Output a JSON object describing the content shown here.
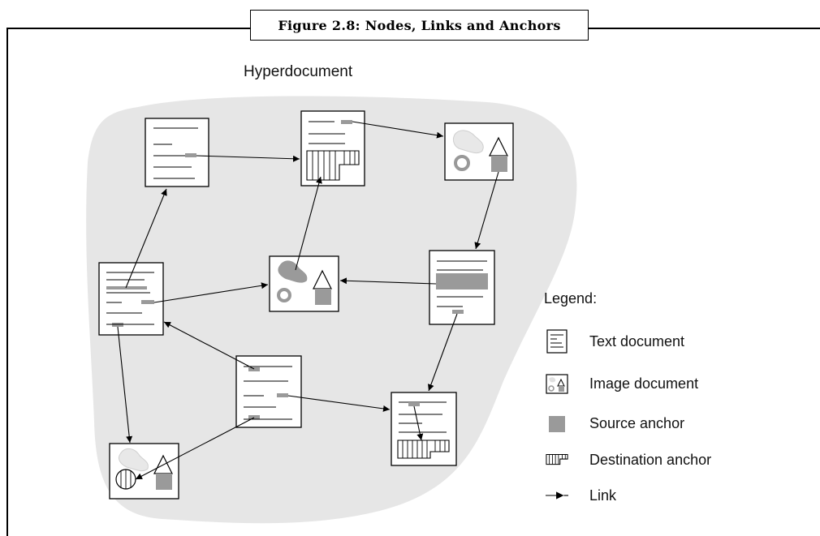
{
  "figure_title": "Figure 2.8: Nodes, Links and Anchors",
  "hyperdocument_label": "Hyperdocument",
  "legend": {
    "title": "Legend:",
    "items": [
      {
        "icon": "text-document-icon",
        "label": "Text document"
      },
      {
        "icon": "image-document-icon",
        "label": "Image document"
      },
      {
        "icon": "source-anchor-icon",
        "label": "Source anchor"
      },
      {
        "icon": "destination-anchor-icon",
        "label": "Destination anchor"
      },
      {
        "icon": "link-arrow-icon",
        "label": "Link"
      }
    ]
  },
  "colors": {
    "region_fill": "#e6e6e6",
    "anchor_fill": "#9a9a9a",
    "stroke": "#000000"
  }
}
